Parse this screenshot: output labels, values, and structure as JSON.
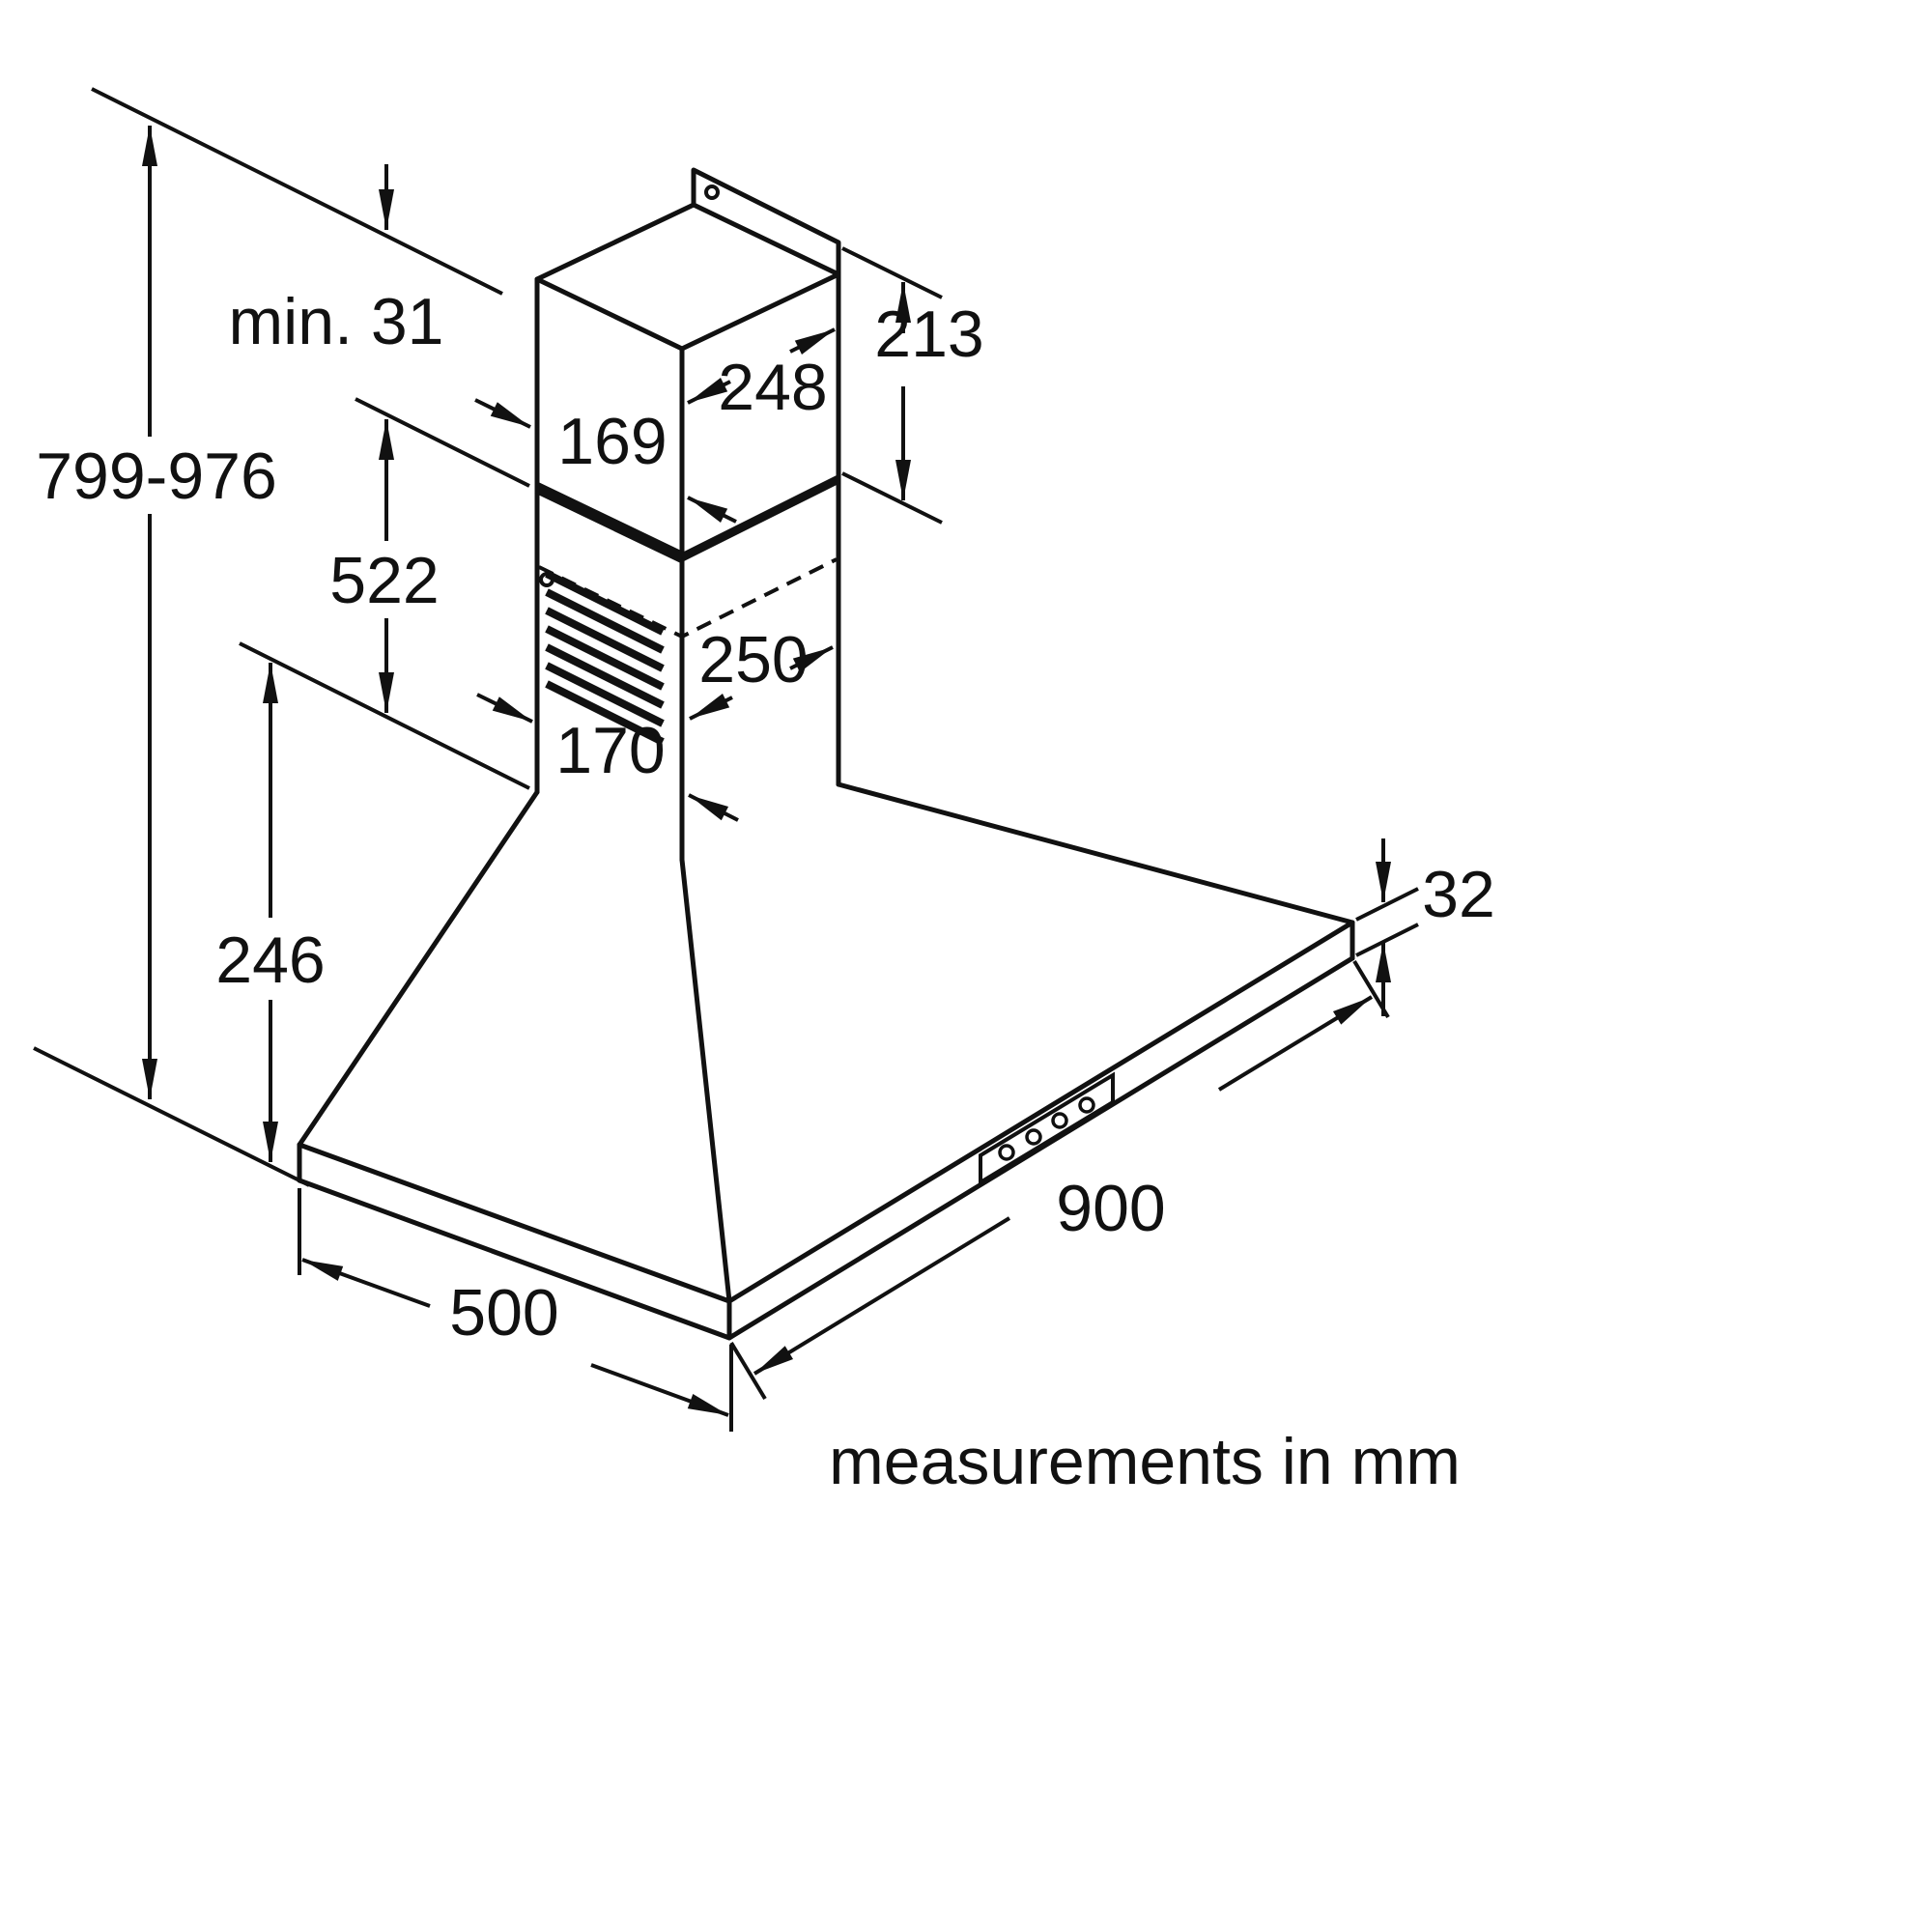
{
  "diagram": {
    "caption": "measurements in mm",
    "background_color": "#ffffff",
    "line_color": "#111111",
    "labels": {
      "total_height_range": "799-976",
      "min_clearance": "min. 31",
      "upper_duct_width": "169",
      "upper_duct_depth": "248",
      "upper_duct_height": "213",
      "lower_duct_height": "522",
      "lower_duct_depth": "250",
      "lower_duct_width": "170",
      "canopy_height": "246",
      "base_plate_thickness": "32",
      "hood_width": "900",
      "hood_depth": "500"
    }
  }
}
